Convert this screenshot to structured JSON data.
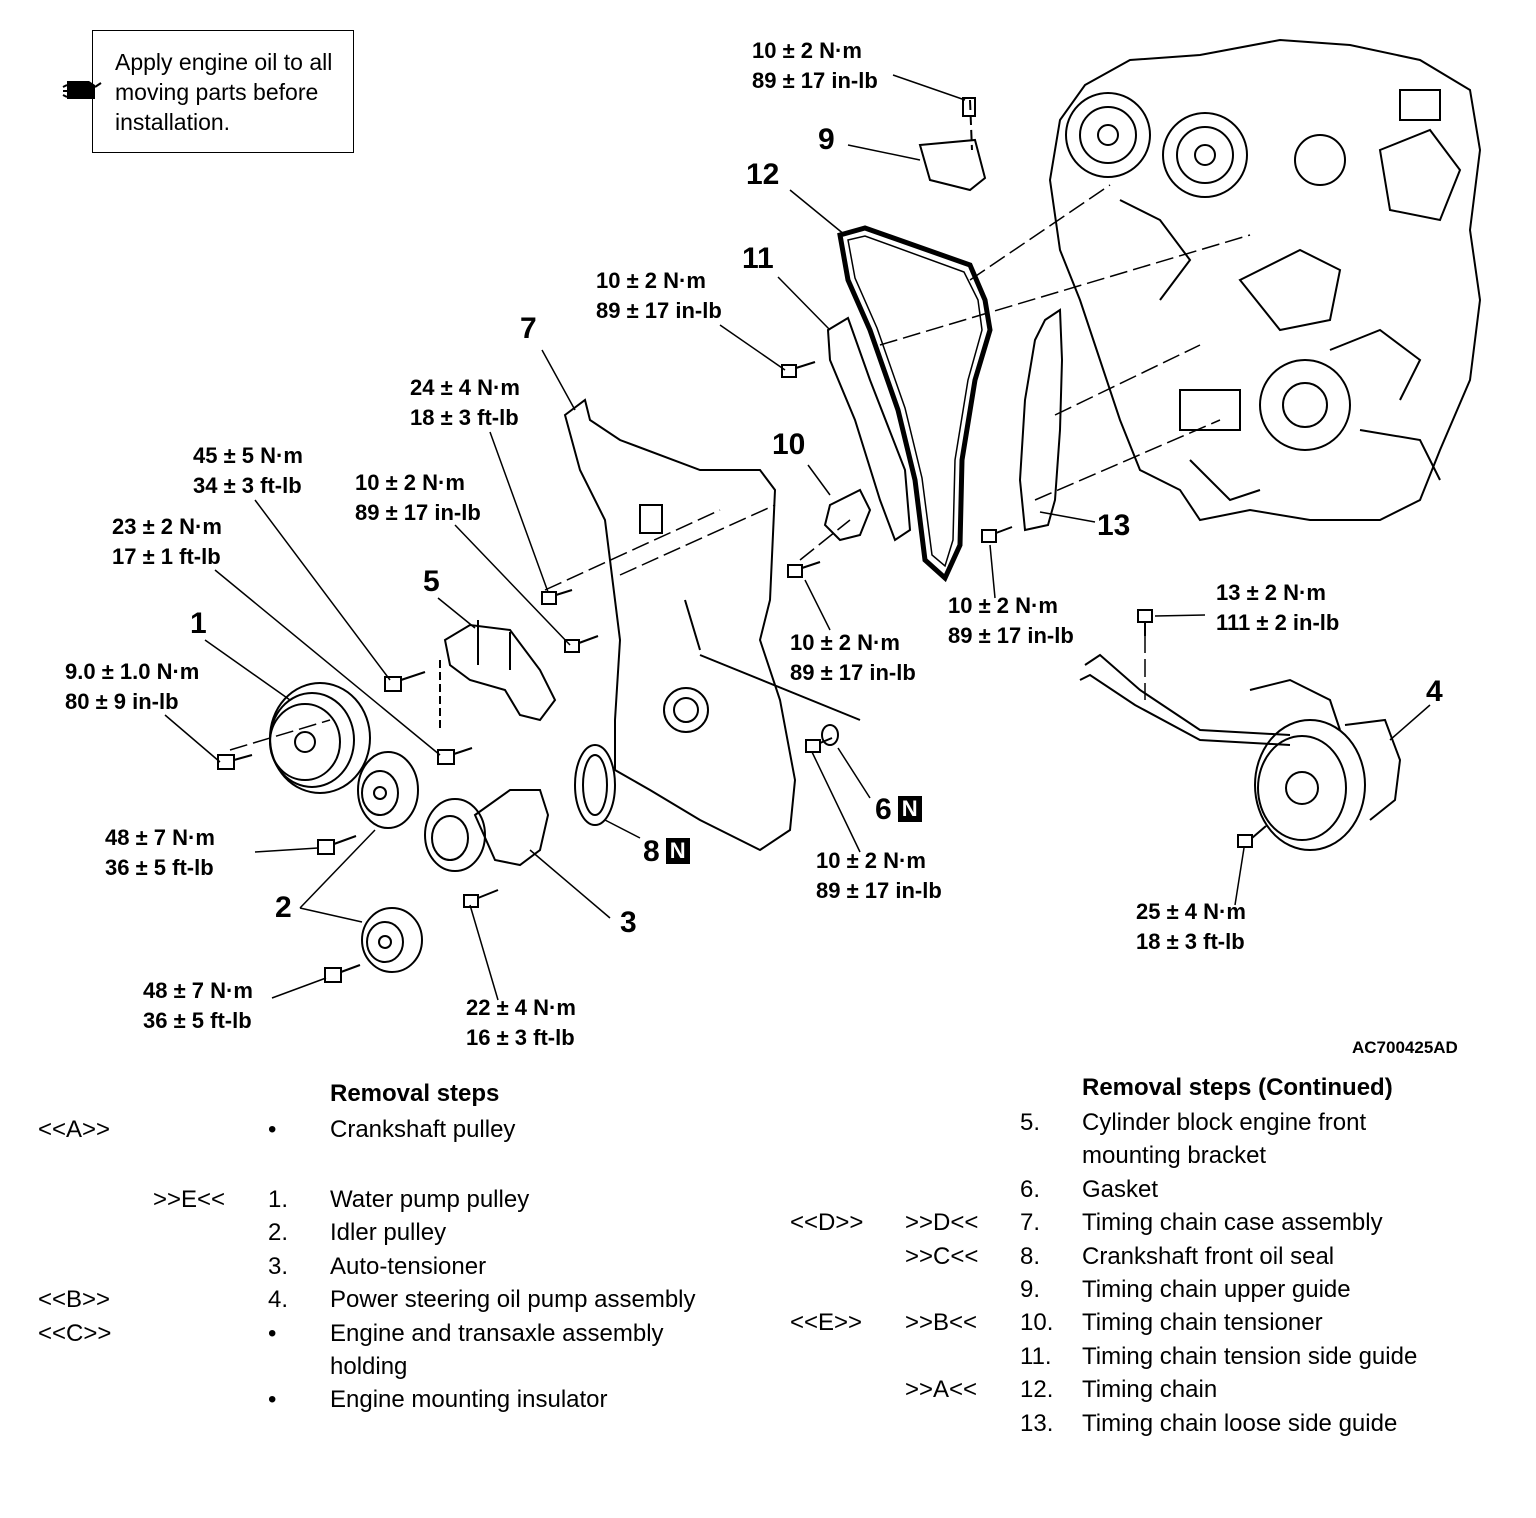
{
  "note": {
    "text": "Apply engine oil to all\nmoving parts before\ninstallation.",
    "icon": "oil-can-icon"
  },
  "torques": {
    "t_top": "10 ± 2 N·m\n89 ± 17 in-lb",
    "t_11": "10 ± 2 N·m\n89 ± 17 in-lb",
    "t_7": "24 ± 4 N·m\n18 ± 3 ft-lb",
    "t_45": "45 ± 5 N·m\n34 ± 3 ft-lb",
    "t_case": "10 ± 2 N·m\n89 ± 17 in-lb",
    "t_23": "23 ± 2 N·m\n17 ± 1 ft-lb",
    "t_1": "9.0 ± 1.0 N·m\n80 ± 9 in-lb",
    "t_10": "10 ± 2 N·m\n89 ± 17 in-lb",
    "t_13": "10 ± 2 N·m\n89 ± 17 in-lb",
    "t_ps_bracket": "13 ± 2 N·m\n111 ± 2 in-lb",
    "t_idler_upper": "48 ± 7 N·m\n36 ± 5 ft-lb",
    "t_idler_lower": "48 ± 7 N·m\n36 ± 5 ft-lb",
    "t_tensioner": "22 ± 4 N·m\n16 ± 3 ft-lb",
    "t_case_lower": "10 ± 2 N·m\n89 ± 17 in-lb",
    "t_ps": "25 ± 4 N·m\n18 ± 3 ft-lb"
  },
  "callouts": {
    "c1": "1",
    "c2": "2",
    "c3": "3",
    "c4": "4",
    "c5": "5",
    "c6": "6",
    "c7": "7",
    "c8": "8",
    "c9": "9",
    "c10": "10",
    "c11": "11",
    "c12": "12",
    "c13": "13",
    "n_badge": "N"
  },
  "figure_id": "AC700425AD",
  "removal_left": {
    "title": "Removal steps",
    "rows": [
      {
        "code1": "<<A>>",
        "code2": "",
        "num": "•",
        "text": "Crankshaft pulley"
      },
      {
        "code1": "",
        "code2": ">>E<<",
        "num": "1.",
        "text": "Water pump pulley"
      },
      {
        "code1": "",
        "code2": "",
        "num": "2.",
        "text": "Idler pulley"
      },
      {
        "code1": "",
        "code2": "",
        "num": "3.",
        "text": "Auto-tensioner"
      },
      {
        "code1": "<<B>>",
        "code2": "",
        "num": "4.",
        "text": "Power steering oil pump assembly"
      },
      {
        "code1": "<<C>>",
        "code2": "",
        "num": "•",
        "text": "Engine and transaxle assembly holding"
      },
      {
        "code1": "",
        "code2": "",
        "num": "•",
        "text": "Engine mounting insulator"
      }
    ]
  },
  "removal_right": {
    "title": "Removal steps (Continued)",
    "rows": [
      {
        "code1": "",
        "code2": "",
        "num": "5.",
        "text": "Cylinder block engine front mounting bracket"
      },
      {
        "code1": "",
        "code2": "",
        "num": "6.",
        "text": "Gasket"
      },
      {
        "code1": "<<D>>",
        "code2": ">>D<<",
        "num": "7.",
        "text": "Timing chain case assembly"
      },
      {
        "code1": "",
        "code2": ">>C<<",
        "num": "8.",
        "text": "Crankshaft front oil seal"
      },
      {
        "code1": "",
        "code2": "",
        "num": "9.",
        "text": "Timing chain upper guide"
      },
      {
        "code1": "<<E>>",
        "code2": ">>B<<",
        "num": "10.",
        "text": "Timing chain tensioner"
      },
      {
        "code1": "",
        "code2": "",
        "num": "11.",
        "text": "Timing chain tension side guide"
      },
      {
        "code1": "",
        "code2": ">>A<<",
        "num": "12.",
        "text": "Timing chain"
      },
      {
        "code1": "",
        "code2": "",
        "num": "13.",
        "text": "Timing chain loose side guide"
      }
    ]
  }
}
